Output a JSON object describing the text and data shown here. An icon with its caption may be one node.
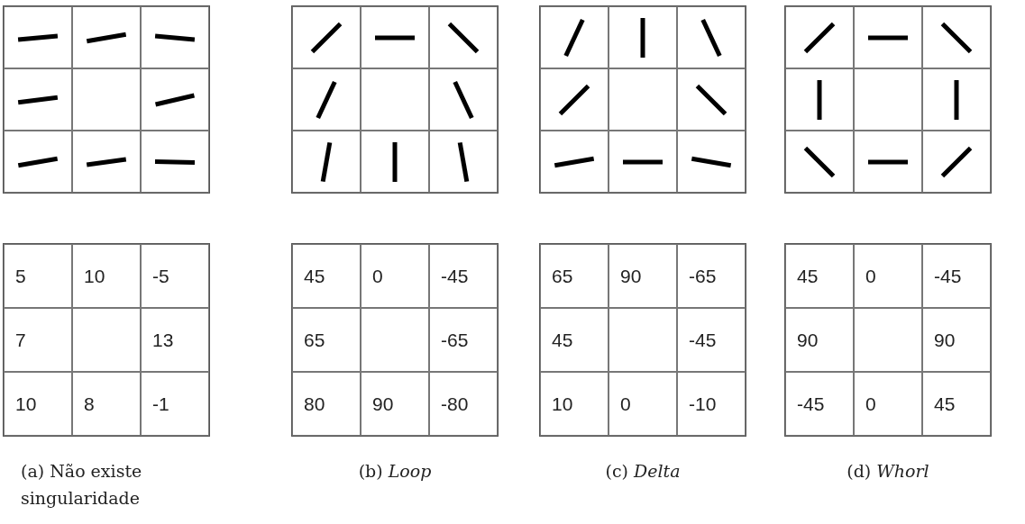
{
  "diagram": {
    "labels": [
      "5",
      "10",
      "-5",
      "7",
      "13",
      "10",
      "8",
      "-1",
      "45",
      "0",
      "-45",
      "65",
      "-65",
      "80",
      "90",
      "-80",
      "65",
      "90",
      "-65",
      "45",
      "-45",
      "10",
      "0",
      "-10",
      "45",
      "0",
      "-45",
      "90",
      "90",
      "-45",
      "0",
      "45",
      "(a) Não existe singularidade",
      "(b) *Loop*",
      "(c) *Delta*",
      "(d) *Whorl*"
    ]
  }
}
